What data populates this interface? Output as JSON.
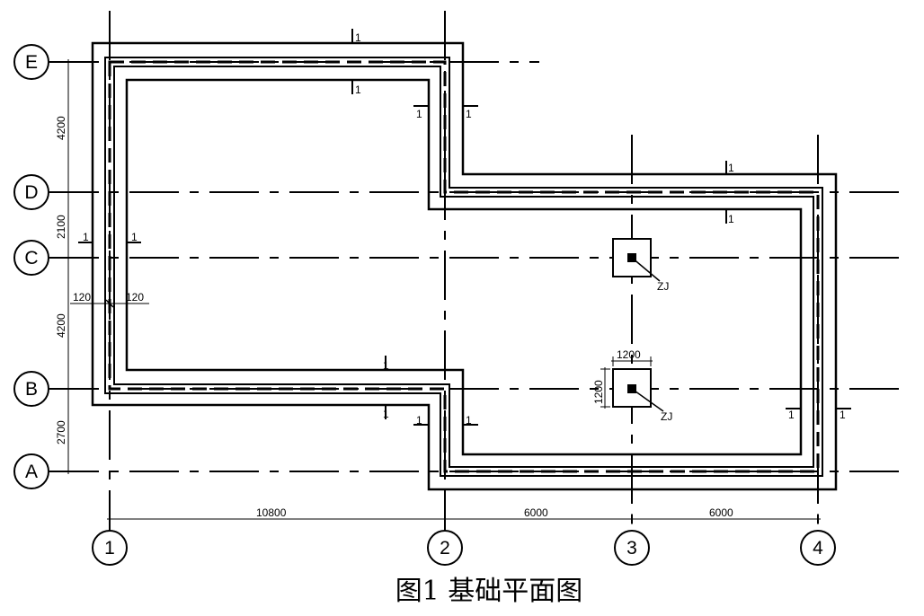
{
  "drawing": {
    "caption": "图1 基础平面图",
    "grid_rows": [
      "E",
      "D",
      "C",
      "B",
      "A"
    ],
    "grid_cols": [
      "1",
      "2",
      "3",
      "4"
    ],
    "row_spacings": [
      "4200",
      "2100",
      "4200",
      "2700"
    ],
    "col_spacings": [
      "10800",
      "6000",
      "6000"
    ],
    "section_mark": "1",
    "wall_offset_left": "120",
    "wall_offset_right": "120",
    "footing_label": "ZJ",
    "footing_size_w": "1200",
    "footing_size_h": "1200"
  }
}
